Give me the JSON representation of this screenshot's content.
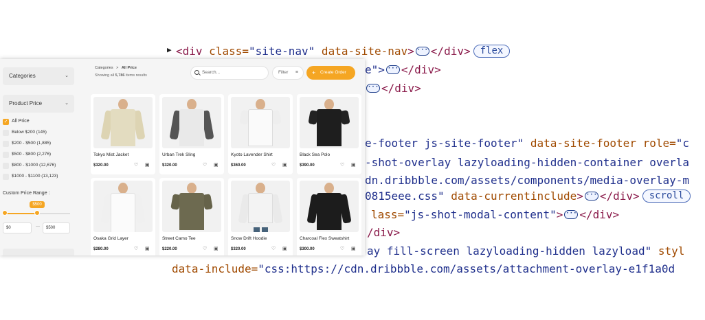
{
  "code": {
    "line1": {
      "open": "<div ",
      "attr1": "class=",
      "val1": "\"site-nav\"",
      "attr2": " data-site-nav",
      "close": ">",
      "end": "</div>",
      "pill": "flex"
    },
    "line2": {
      "tail": "e\">",
      "end": "</div>"
    },
    "line3": {
      "end": "</div>"
    },
    "line4": {
      "text1": "e-footer js-site-footer\"",
      "attr": " data-site-footer",
      "attr2": " role=",
      "val": "\"c"
    },
    "line5": {
      "text": "-shot-overlay lazyloading-hidden-container overla"
    },
    "line6": {
      "text": "dn.dribbble.com/assets/components/media-overlay-m"
    },
    "line7": {
      "text": "0815eee.css\"",
      "attr": " data-currentinclude",
      "close": ">",
      "end": "</div>",
      "pill": "scroll"
    },
    "line8": {
      "attr": "lass=",
      "val": "\"js-shot-modal-content\"",
      "close": ">",
      "end": "</div>"
    },
    "line9": {
      "end": "/div>"
    },
    "line10": {
      "text": "ay fill-screen lazyloading-hidden lazyload\"",
      "attr": " styl"
    },
    "line11": {
      "attr": "data-include=",
      "val": "\"css:https://cdn.dribbble.com/assets/attachment-overlay-e1f1a0d"
    }
  },
  "sidebar": {
    "categories_label": "Categories",
    "price_label": "Product Price",
    "options": [
      {
        "label": "All Price",
        "checked": true
      },
      {
        "label": "Below $200 (145)",
        "checked": false
      },
      {
        "label": "$200 - $500 (1,885)",
        "checked": false
      },
      {
        "label": "$500 - $800 (2,276)",
        "checked": false
      },
      {
        "label": "$800 - $1000 (12,676)",
        "checked": false
      },
      {
        "label": "$1000 - $1100 (13,123)",
        "checked": false
      }
    ],
    "range_label": "Custom Price Range :",
    "range_badge": "$500",
    "range_value": 0.5,
    "min_value": "$0",
    "max_value": "$500"
  },
  "header": {
    "breadcrumb_root": "Categories",
    "breadcrumb_sep": ">",
    "breadcrumb_current": "All Price",
    "results_prefix": "Showing all ",
    "results_count": "5,786",
    "results_suffix": " items results",
    "search_placeholder": "Search...",
    "filter_label": "Filter",
    "create_label": "Create Order"
  },
  "products": [
    {
      "name": "Tokyo Mist Jacket",
      "price": "$320.00",
      "color": "#e3dcc0",
      "style": "shirt"
    },
    {
      "name": "Urban Trek Sling",
      "price": "$320.00",
      "color": "#e9e9e9",
      "style": "hoodie-dark"
    },
    {
      "name": "Kyoto Lavender Shirt",
      "price": "$360.00",
      "color": "#f4f4f4",
      "style": "tee"
    },
    {
      "name": "Black Sea Polo",
      "price": "$390.00",
      "color": "#1e1e1e",
      "style": "tee"
    },
    {
      "name": "Osaka Grid Layer",
      "price": "$280.00",
      "color": "#f6f6f6",
      "style": "robe"
    },
    {
      "name": "Street Camo Tee",
      "price": "$220.00",
      "color": "#6d6a50",
      "style": "tee"
    },
    {
      "name": "Snow Drift Hoodie",
      "price": "$320.00",
      "color": "#f3f3f3",
      "style": "hoodie"
    },
    {
      "name": "Charcoal Flex Sweatshirt",
      "price": "$300.00",
      "color": "#1c1c1c",
      "style": "sweat"
    }
  ],
  "icons": {
    "heart": "heart-icon",
    "bag": "bag-icon",
    "search": "search-icon",
    "filter": "filter-icon",
    "plus": "plus-icon",
    "chevron": "chevron-down-icon",
    "check": "check-icon"
  },
  "colors": {
    "accent": "#f5a623"
  }
}
